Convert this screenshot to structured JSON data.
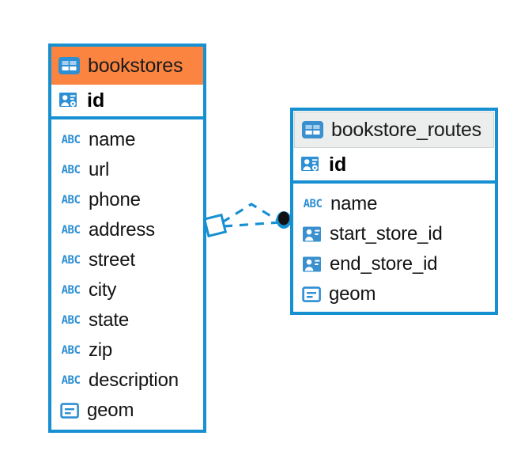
{
  "diagram": {
    "kind": "entity-relationship-diagram",
    "background": "#ffffff",
    "colors": {
      "border_blue": "#1790d2",
      "header_accent_orange": "#fb8440",
      "header_neutral_gray": "#eceded",
      "icon_blue": "#3a90cf",
      "text_dark": "#131313",
      "connector_blue": "#1790d2",
      "connector_endpoint": "#000000"
    },
    "entities": [
      {
        "name": "bookstores",
        "header_icon": "table-icon",
        "header_style": "accent",
        "primary_key": {
          "label": "id",
          "icon": "primary-key-icon"
        },
        "fields": [
          {
            "label": "name",
            "icon": "text-type-icon",
            "type_glyph": "ABC"
          },
          {
            "label": "url",
            "icon": "text-type-icon",
            "type_glyph": "ABC"
          },
          {
            "label": "phone",
            "icon": "text-type-icon",
            "type_glyph": "ABC"
          },
          {
            "label": "address",
            "icon": "text-type-icon",
            "type_glyph": "ABC"
          },
          {
            "label": "street",
            "icon": "text-type-icon",
            "type_glyph": "ABC"
          },
          {
            "label": "city",
            "icon": "text-type-icon",
            "type_glyph": "ABC"
          },
          {
            "label": "state",
            "icon": "text-type-icon",
            "type_glyph": "ABC"
          },
          {
            "label": "zip",
            "icon": "text-type-icon",
            "type_glyph": "ABC"
          },
          {
            "label": "description",
            "icon": "text-type-icon",
            "type_glyph": "ABC"
          },
          {
            "label": "geom",
            "icon": "geometry-type-icon",
            "type_glyph": ""
          }
        ]
      },
      {
        "name": "bookstore_routes",
        "header_icon": "table-icon",
        "header_style": "neutral",
        "primary_key": {
          "label": "id",
          "icon": "primary-key-icon"
        },
        "fields": [
          {
            "label": "name",
            "icon": "text-type-icon",
            "type_glyph": "ABC"
          },
          {
            "label": "start_store_id",
            "icon": "foreign-key-icon",
            "type_glyph": ""
          },
          {
            "label": "end_store_id",
            "icon": "foreign-key-icon",
            "type_glyph": ""
          },
          {
            "label": "geom",
            "icon": "geometry-type-icon",
            "type_glyph": ""
          }
        ]
      }
    ],
    "relationship": {
      "source_marker": "diamond-marker",
      "target_marker": "filled-circle-marker",
      "line_style": "dashed",
      "from_entity": "bookstores",
      "to_entity": "bookstore_routes"
    }
  }
}
